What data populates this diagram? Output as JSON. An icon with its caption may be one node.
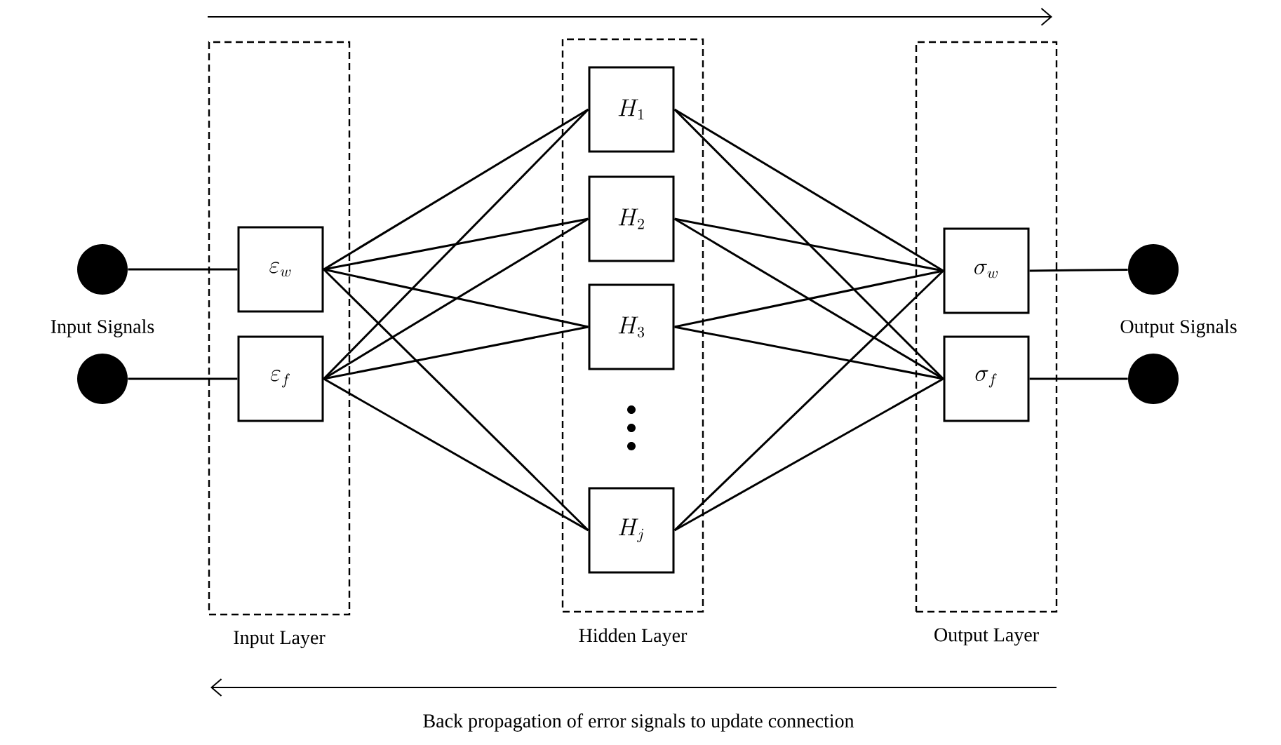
{
  "diagram": {
    "nodes": [
      {
        "text": [
          "Input Layer"
        ]
      },
      {
        "text": [
          "Hidden Layer"
        ]
      },
      {
        "text": [
          "Output Layer"
        ]
      },
      {
        "text": [
          "\\varepsilon_w"
        ],
        "in": 0
      },
      {
        "text": [
          "\\varepsilon_f"
        ],
        "in": 0
      },
      {
        "text": [
          "H_1"
        ],
        "in": 1
      },
      {
        "text": [
          "H_2"
        ],
        "in": 1
      },
      {
        "text": [
          "H_3"
        ],
        "in": 1
      },
      {
        "text": [
          "H_j"
        ],
        "in": 1
      },
      {
        "text": [
          "\\sigma_w"
        ],
        "in": 2
      },
      {
        "text": [
          "\\sigma_f"
        ],
        "in": 2
      },
      {
        "text": [],
        "shape": "circle"
      },
      {
        "text": [],
        "shape": "circle"
      },
      {
        "text": [],
        "shape": "circle"
      },
      {
        "text": [],
        "shape": "circle"
      }
    ],
    "edges": [
      {
        "from": 11,
        "to": 3,
        "arrow": "none"
      },
      {
        "from": 12,
        "to": 4,
        "arrow": "none"
      },
      {
        "from": 3,
        "to": 5,
        "arrow": "none"
      },
      {
        "from": 3,
        "to": 6,
        "arrow": "none"
      },
      {
        "from": 3,
        "to": 7,
        "arrow": "none"
      },
      {
        "from": 3,
        "to": 8,
        "arrow": "none"
      },
      {
        "from": 4,
        "to": 5,
        "arrow": "none"
      },
      {
        "from": 4,
        "to": 6,
        "arrow": "none"
      },
      {
        "from": 4,
        "to": 7,
        "arrow": "none"
      },
      {
        "from": 4,
        "to": 8,
        "arrow": "none"
      },
      {
        "from": 5,
        "to": 9,
        "arrow": "none"
      },
      {
        "from": 5,
        "to": 10,
        "arrow": "none"
      },
      {
        "from": 6,
        "to": 9,
        "arrow": "none"
      },
      {
        "from": 6,
        "to": 10,
        "arrow": "none"
      },
      {
        "from": 7,
        "to": 9,
        "arrow": "none"
      },
      {
        "from": 7,
        "to": 10,
        "arrow": "none"
      },
      {
        "from": 8,
        "to": 9,
        "arrow": "none"
      },
      {
        "from": 8,
        "to": 10,
        "arrow": "none"
      },
      {
        "from": 9,
        "to": 13,
        "arrow": "none"
      },
      {
        "from": 10,
        "to": 14,
        "arrow": "none"
      }
    ],
    "labels": [
      "Input Signals",
      "Output Signals",
      "Back propagation of error signals to update connection"
    ]
  }
}
